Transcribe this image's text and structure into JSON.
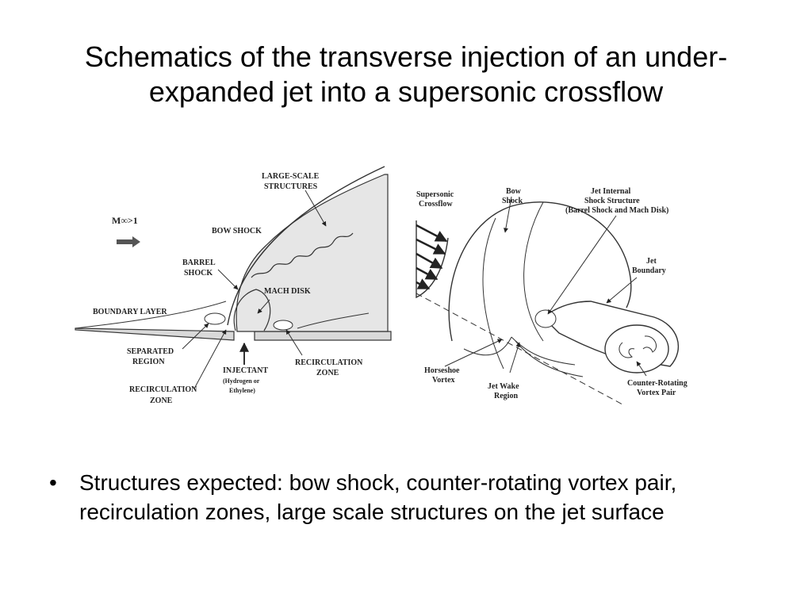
{
  "slide": {
    "title": "Schematics of the transverse injection of an under-expanded jet into a supersonic crossflow",
    "bullets": [
      "Structures expected: bow shock, counter-rotating vortex pair, recirculation zones, large scale structures on the jet surface"
    ],
    "bullet_glyph": "•"
  },
  "left_diagram": {
    "mach_label": "M∞>1",
    "labels": {
      "large_scale_1": "LARGE-SCALE",
      "large_scale_2": "STRUCTURES",
      "bow_shock": "BOW SHOCK",
      "barrel_shock_1": "BARREL",
      "barrel_shock_2": "SHOCK",
      "mach_disk": "MACH DISK",
      "boundary_layer": "BOUNDARY LAYER",
      "separated_region_1": "SEPARATED",
      "separated_region_2": "REGION",
      "injectant_1": "INJECTANT",
      "injectant_2": "(Hydrogen or",
      "injectant_3": "Ethylene)",
      "recirc_zone_left_1": "RECIRCULATION",
      "recirc_zone_left_2": "ZONE",
      "recirc_zone_right_1": "RECIRCULATION",
      "recirc_zone_right_2": "ZONE"
    }
  },
  "right_diagram": {
    "labels": {
      "supersonic_crossflow_1": "Supersonic",
      "supersonic_crossflow_2": "Crossflow",
      "bow_shock_1": "Bow",
      "bow_shock_2": "Shock",
      "jet_internal_1": "Jet Internal",
      "jet_internal_2": "Shock Structure",
      "jet_internal_3": "(Barrel Shock and Mach Disk)",
      "jet_boundary_1": "Jet",
      "jet_boundary_2": "Boundary",
      "horseshoe_vortex_1": "Horseshoe",
      "horseshoe_vortex_2": "Vortex",
      "jet_wake_1": "Jet Wake",
      "jet_wake_2": "Region",
      "counter_rotating_1": "Counter-Rotating",
      "counter_rotating_2": "Vortex Pair"
    }
  }
}
